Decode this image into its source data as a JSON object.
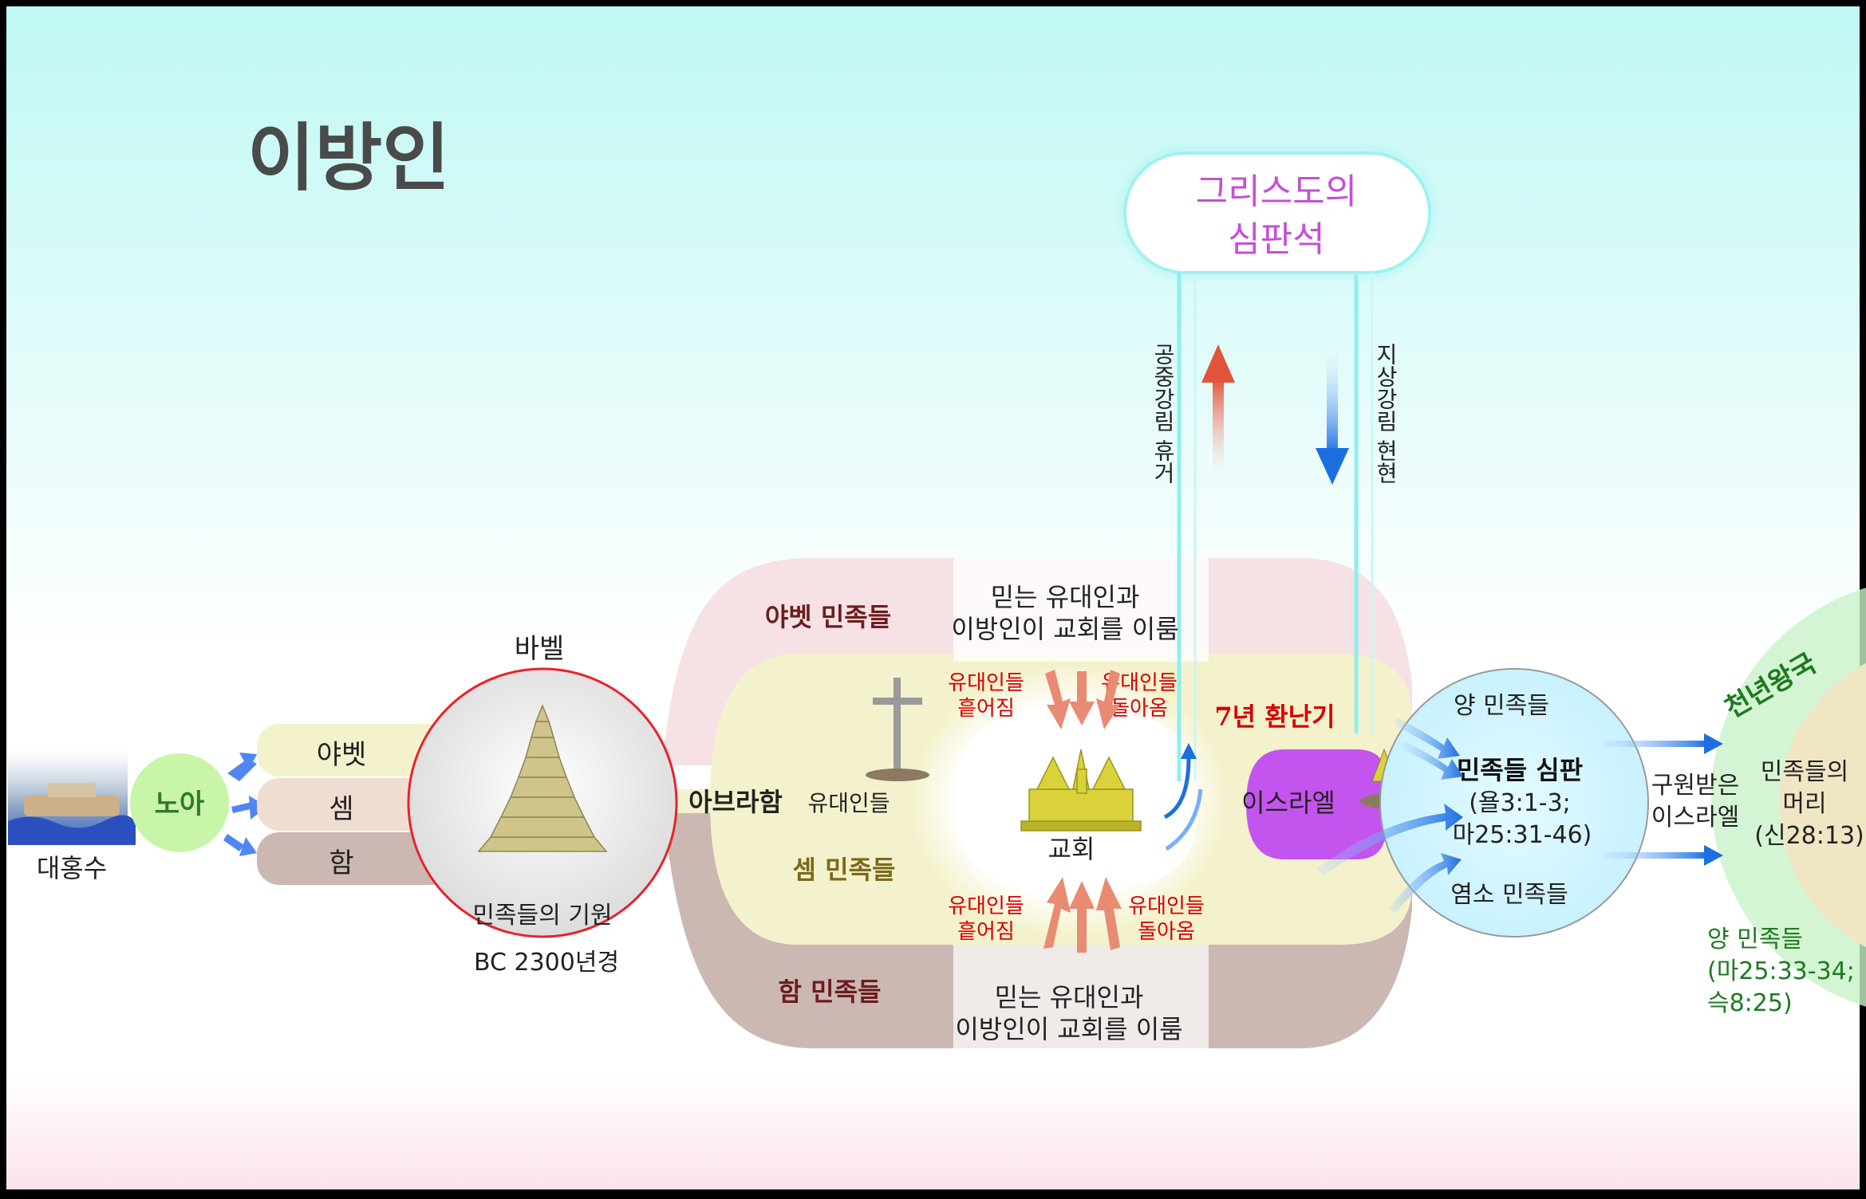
{
  "title": "이방인",
  "judgment_seat": {
    "line1": "그리스도의",
    "line2": "심판석"
  },
  "rapture_label": "공중강림 휴거",
  "second_coming_label": "지상강림 현현",
  "flood": "대홍수",
  "noah": "노아",
  "sons": [
    "야벳",
    "셈",
    "함"
  ],
  "babel": {
    "title": "바벨",
    "caption": "민족들의 기원",
    "date": "BC 2300년경"
  },
  "abraham": "아브라함",
  "jews": "유대인들",
  "church": "교회",
  "japheth_nations": "야벳 민족들",
  "shem_nations": "셈 민족들",
  "ham_nations": "함 민족들",
  "church_formation_top": {
    "line1": "믿는 유대인과",
    "line2": "이방인이 교회를 이룸"
  },
  "church_formation_bottom": {
    "line1": "믿는 유대인과",
    "line2": "이방인이 교회를 이룸"
  },
  "jews_scattered_top": {
    "line1": "유대인들",
    "line2": "흩어짐"
  },
  "jews_return_top": {
    "line1": "유대인들",
    "line2": "돌아옴"
  },
  "jews_scattered_bottom": {
    "line1": "유대인들",
    "line2": "흩어짐"
  },
  "jews_return_bottom": {
    "line1": "유대인들",
    "line2": "돌아옴"
  },
  "tribulation": "7년 환난기",
  "israel": "이스라엘",
  "judgment": {
    "sheep_nations": "양 민족들",
    "title": "민족들 심판",
    "ref1": "(욜3:1-3;",
    "ref2": "마25:31-46)",
    "goat_nations": "염소 민족들"
  },
  "saved_israel": {
    "line1": "구원받은",
    "line2": "이스라엘"
  },
  "millennium": "천년왕국",
  "head_of_nations": {
    "line1": "민족들의",
    "line2": "머리",
    "line3": "(신28:13)"
  },
  "sheep_nations_ref": {
    "line1": "양 민족들",
    "line2": "(마25:33-34;",
    "line3": "슥8:25)"
  },
  "colors": {
    "sky_top": "#bff8f4",
    "japheth_band": "#f6e1e5",
    "shem_band": "#f4f2cc",
    "ham_band": "#cbb8b2",
    "babel_circle": "#e8232a",
    "noah_circle": "#c8f5a8",
    "israel_purple": "#c454ee",
    "judgment_seat_text": "#c64fd6",
    "red_text": "#d80000",
    "green_text": "#1f7a1f",
    "arrow_blue": "#1d6fe0",
    "arrow_red": "#e2533a"
  }
}
